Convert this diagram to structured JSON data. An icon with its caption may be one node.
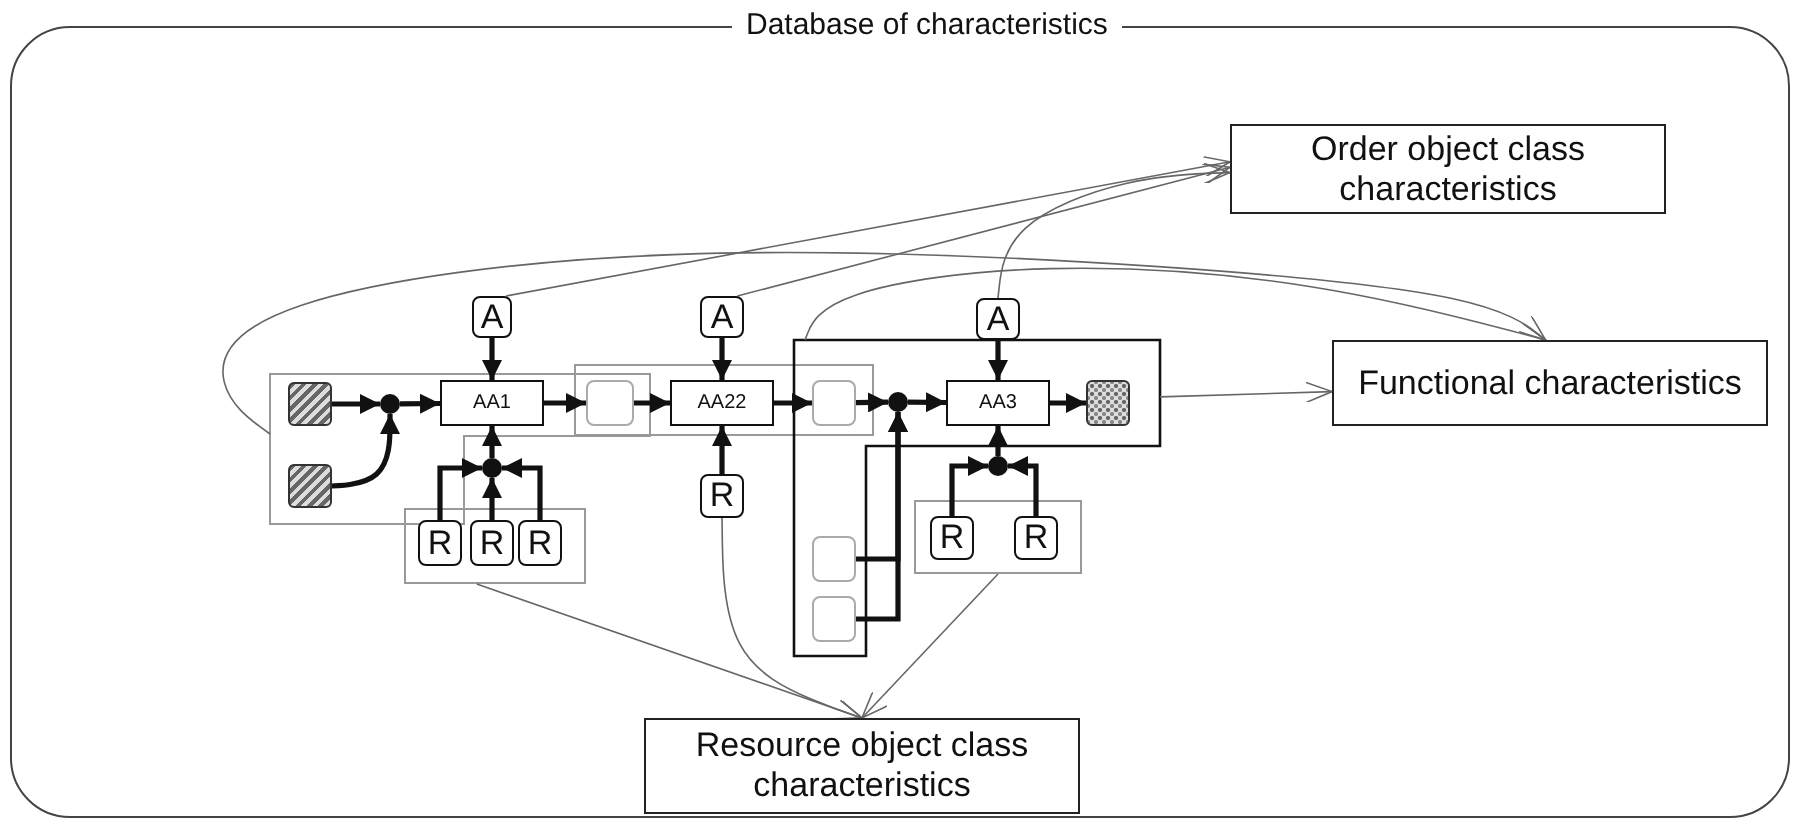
{
  "diagram": {
    "nodes": [
      {
        "text": [
          "Database of characteristics"
        ]
      },
      {
        "text": [
          "Order object class characteristics"
        ],
        "in": 0
      },
      {
        "text": [
          "Functional characteristics"
        ],
        "in": 0
      },
      {
        "text": [
          "Resource object class characteristics"
        ],
        "in": 0
      },
      {
        "text": [],
        "shape": "box",
        "in": 0
      },
      {
        "text": [],
        "shape": "box",
        "in": 4
      },
      {
        "text": [],
        "shape": "box",
        "in": 4
      },
      {
        "text": [],
        "shape": "circle",
        "in": 4
      },
      {
        "text": [
          "A"
        ],
        "in": 0
      },
      {
        "text": [
          "AA1"
        ],
        "in": 4
      },
      {
        "text": [],
        "shape": "circle",
        "in": 0
      },
      {
        "text": [],
        "shape": "box",
        "in": 0
      },
      {
        "text": [
          "R"
        ],
        "in": 11
      },
      {
        "text": [
          "R"
        ],
        "in": 11
      },
      {
        "text": [
          "R"
        ],
        "in": 11
      },
      {
        "text": [],
        "shape": "box",
        "in": 0
      },
      {
        "text": [],
        "shape": "box"
      },
      {
        "text": [
          "A"
        ],
        "in": 0
      },
      {
        "text": [
          "AA22"
        ],
        "in": 15
      },
      {
        "text": [
          "R"
        ],
        "in": 0
      },
      {
        "text": [],
        "shape": "box",
        "in": 0
      },
      {
        "text": [],
        "shape": "box"
      },
      {
        "text": [],
        "shape": "circle",
        "in": 20
      },
      {
        "text": [
          "A"
        ],
        "in": 0
      },
      {
        "text": [
          "AA3"
        ],
        "in": 20
      },
      {
        "text": [],
        "shape": "box",
        "in": 20
      },
      {
        "text": [],
        "shape": "box",
        "in": 20
      },
      {
        "text": [],
        "shape": "box",
        "in": 20
      },
      {
        "text": [],
        "shape": "circle",
        "in": 0
      },
      {
        "text": [],
        "shape": "box",
        "in": 0
      },
      {
        "text": [
          "R"
        ],
        "in": 29
      },
      {
        "text": [
          "R"
        ],
        "in": 29
      }
    ],
    "edges": [
      {
        "from": 5,
        "to": 7,
        "arrow": "to"
      },
      {
        "from": 6,
        "to": 7,
        "arrow": "to"
      },
      {
        "from": 7,
        "to": 9,
        "arrow": "to"
      },
      {
        "from": 8,
        "to": 9,
        "arrow": "to"
      },
      {
        "from": 10,
        "to": 9,
        "arrow": "to"
      },
      {
        "from": 12,
        "to": 10,
        "arrow": "to"
      },
      {
        "from": 13,
        "to": 10,
        "arrow": "to"
      },
      {
        "from": 14,
        "to": 10,
        "arrow": "to"
      },
      {
        "from": 9,
        "to": 16,
        "arrow": "to"
      },
      {
        "from": 16,
        "to": 18,
        "arrow": "to"
      },
      {
        "from": 17,
        "to": 18,
        "arrow": "to"
      },
      {
        "from": 19,
        "to": 18,
        "arrow": "to"
      },
      {
        "from": 18,
        "to": 21,
        "arrow": "to"
      },
      {
        "from": 21,
        "to": 22,
        "arrow": "to"
      },
      {
        "from": 26,
        "to": 22,
        "arrow": "to"
      },
      {
        "from": 27,
        "to": 22,
        "arrow": "to"
      },
      {
        "from": 22,
        "to": 24,
        "arrow": "to"
      },
      {
        "from": 23,
        "to": 24,
        "arrow": "to"
      },
      {
        "from": 28,
        "to": 24,
        "arrow": "to"
      },
      {
        "from": 30,
        "to": 28,
        "arrow": "to"
      },
      {
        "from": 31,
        "to": 28,
        "arrow": "to"
      },
      {
        "from": 24,
        "to": 25,
        "arrow": "to"
      },
      {
        "from": 4,
        "to": 2,
        "arrow": "to",
        "color": "#666666"
      },
      {
        "from": 8,
        "to": 1,
        "arrow": "to",
        "color": "#666666"
      },
      {
        "from": 17,
        "to": 1,
        "arrow": "to",
        "color": "#666666"
      },
      {
        "from": 23,
        "to": 1,
        "arrow": "to",
        "color": "#666666"
      },
      {
        "from": 20,
        "to": 2,
        "arrow": "to",
        "color": "#666666"
      },
      {
        "from": 20,
        "to": 2,
        "arrow": "to",
        "color": "#666666"
      },
      {
        "from": 11,
        "to": 3,
        "arrow": "to",
        "color": "#666666"
      },
      {
        "from": 19,
        "to": 3,
        "arrow": "to",
        "color": "#666666"
      },
      {
        "from": 29,
        "to": 3,
        "arrow": "to",
        "color": "#666666"
      }
    ]
  }
}
